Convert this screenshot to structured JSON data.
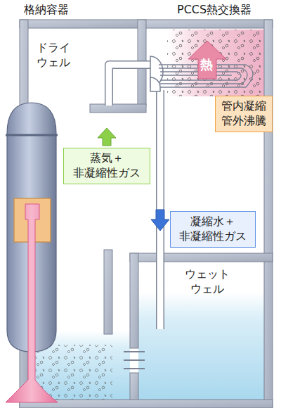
{
  "diagram": {
    "nodes": [
      {
        "text": [
          "管内凝縮 管外沸騰"
        ]
      },
      {
        "text": [
          "蒸気＋ 非凝縮性ガス"
        ]
      },
      {
        "text": [
          "凝縮水＋ 非凝縮性ガス"
        ]
      }
    ],
    "labels": [
      "格納容器",
      "PCCS熱交換器",
      "ドライウェル",
      "熱",
      "ウェット ウェル"
    ]
  }
}
